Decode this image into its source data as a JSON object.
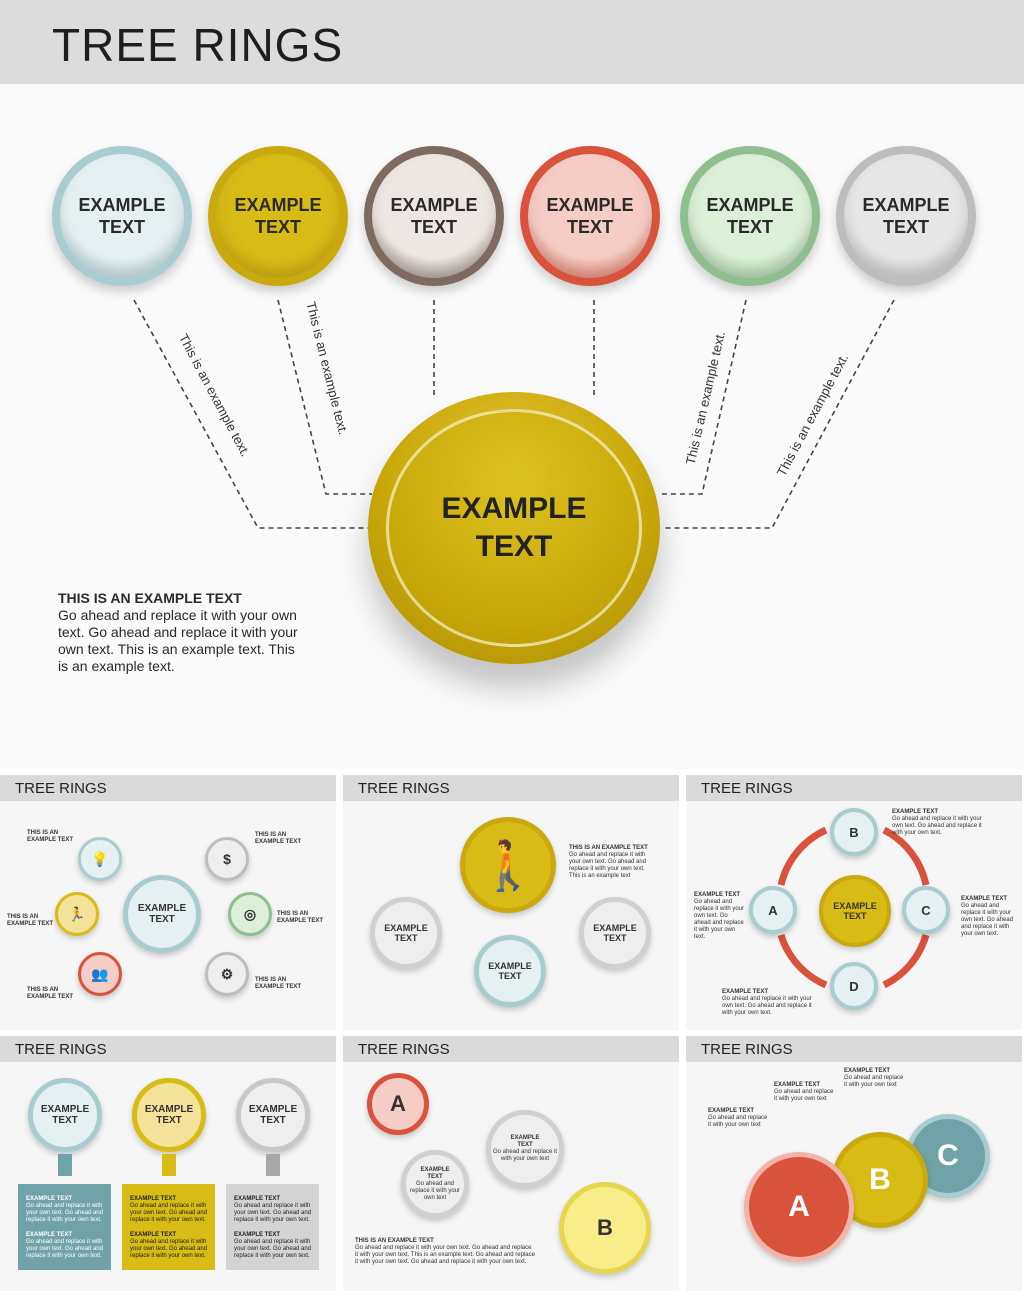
{
  "hero": {
    "title": "TREE RINGS",
    "rings": [
      {
        "label": "EXAMPLE\nTEXT",
        "color": "#a9ccd1",
        "fill": "#e4f0f1"
      },
      {
        "label": "EXAMPLE\nTEXT",
        "color": "#c9a90e",
        "fill": "#d9bb16"
      },
      {
        "label": "EXAMPLE\nTEXT",
        "color": "#7d6a60",
        "fill": "#ede6e2"
      },
      {
        "label": "EXAMPLE\nTEXT",
        "color": "#d9533c",
        "fill": "#f6cdc6"
      },
      {
        "label": "EXAMPLE\nTEXT",
        "color": "#8fbf8e",
        "fill": "#dcefd8"
      },
      {
        "label": "EXAMPLE\nTEXT",
        "color": "#bdbdbd",
        "fill": "#e6e6e6"
      }
    ],
    "connector_labels": [
      "This is an example text.",
      "This is an example text.",
      "This is an example text.",
      "This is an example text."
    ],
    "center_label": "EXAMPLE\nTEXT",
    "side_heading": "THIS IS AN EXAMPLE TEXT",
    "side_body": "Go ahead and replace it with your own text. Go ahead and replace it with your own text. This is an example text. This is an example text."
  },
  "thumbnails": [
    {
      "title": "TREE RINGS",
      "center": "EXAMPLE\nTEXT",
      "labels": [
        "THIS IS AN\nEXAMPLE TEXT",
        "THIS IS AN\nEXAMPLE TEXT",
        "THIS IS AN\nEXAMPLE TEXT",
        "THIS IS AN\nEXAMPLE TEXT",
        "THIS IS AN\nEXAMPLE TEXT",
        "THIS IS AN\nEXAMPLE TEXT"
      ]
    },
    {
      "title": "TREE RINGS",
      "left": "EXAMPLE\nTEXT",
      "right": "EXAMPLE\nTEXT",
      "bottom": "EXAMPLE\nTEXT",
      "note_head": "THIS IS AN EXAMPLE TEXT",
      "note_body": "Go ahead and replace it with your own text. Go ahead and replace it with your own text. This is an example text"
    },
    {
      "title": "TREE RINGS",
      "center": "EXAMPLE\nTEXT",
      "letters": [
        "B",
        "A",
        "C",
        "D"
      ],
      "note_head": "EXAMPLE TEXT",
      "note_body": "Go ahead and replace it with your own text. Go ahead and replace it with your own text."
    },
    {
      "title": "TREE RINGS",
      "rings": [
        "EXAMPLE\nTEXT",
        "EXAMPLE\nTEXT",
        "EXAMPLE\nTEXT"
      ],
      "box_head": "EXAMPLE TEXT",
      "box_body": "Go ahead and replace it with your own text. Go ahead and replace it with your own text."
    },
    {
      "title": "TREE RINGS",
      "letters": [
        "A",
        "B"
      ],
      "ring_head": "EXAMPLE\nTEXT",
      "ring_body": "Go ahead and replace it with your own text",
      "note_head": "THIS IS AN EXAMPLE TEXT",
      "note_body": "Go ahead and replace it with your own text. Go ahead and replace it with your own text. This is an example text. Go ahead and replace it with your own text. Go ahead and replace it with your own text."
    },
    {
      "title": "TREE RINGS",
      "letters": [
        "A",
        "B",
        "C"
      ],
      "note_head": "EXAMPLE TEXT",
      "note_body": "Go ahead and replace it with your own text"
    }
  ]
}
